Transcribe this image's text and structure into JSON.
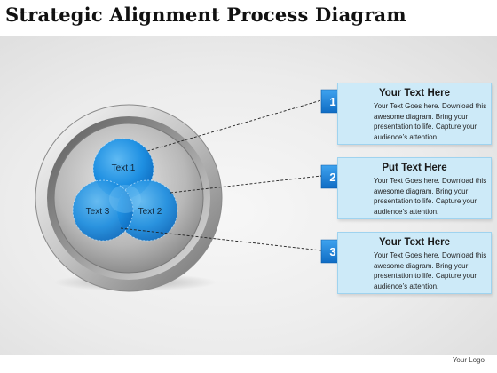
{
  "title": "Strategic Alignment Process Diagram",
  "venn": {
    "circle_1": "Text 1",
    "circle_2": "Text 2",
    "circle_3": "Text 3"
  },
  "steps": [
    {
      "number": "1",
      "heading": "Your Text Here",
      "body": "Your Text Goes here. Download this awesome diagram. Bring your presentation to life. Capture your audience’s attention."
    },
    {
      "number": "2",
      "heading": "Put Text Here",
      "body": "Your Text Goes here. Download this awesome diagram. Bring your presentation to life. Capture your audience’s attention."
    },
    {
      "number": "3",
      "heading": "Your Text Here",
      "body": "Your Text Goes here. Download this awesome diagram. Bring your presentation to life. Capture your audience’s attention."
    }
  ],
  "footer": "Your Logo",
  "colors": {
    "venn_blue": "#1e8fe0",
    "arrow_blue": "#1a7fd6",
    "card_fill": "#cdeaf8"
  }
}
